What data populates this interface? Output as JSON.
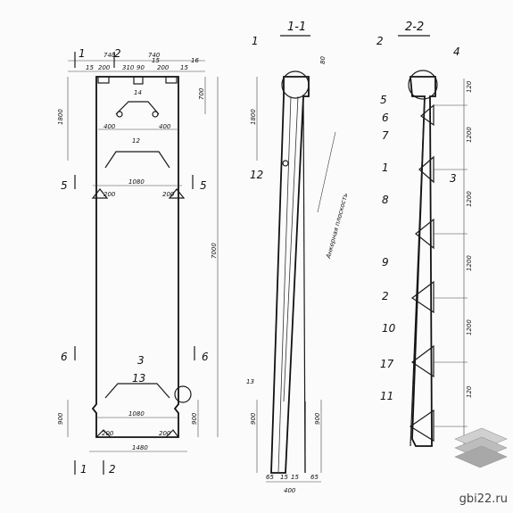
{
  "titles": {
    "section_1": "1-1",
    "section_2": "2-2"
  },
  "callouts": {
    "front": {
      "c1": "1",
      "c2": "2",
      "c15": "15",
      "c16": "16",
      "c14": "14",
      "c12": "12",
      "c5l": "5",
      "c5r": "5",
      "c6l": "6",
      "c6r": "6",
      "c3": "3",
      "c13": "13",
      "c1b": "1",
      "c2b": "2"
    },
    "side1": {
      "c1": "1",
      "c12": "12",
      "c13": "13"
    },
    "side2": {
      "c2": "2",
      "c4": "4",
      "c5": "5",
      "c6": "6",
      "c7": "7",
      "c1": "1",
      "c3": "3",
      "c8": "8",
      "c9": "9",
      "c2b": "2",
      "c10": "10",
      "c17": "17",
      "c11": "11"
    }
  },
  "dims": {
    "front": {
      "top740a": "740",
      "top740b": "740",
      "t15a": "15",
      "t200a": "200",
      "t310": "310",
      "t90": "90",
      "t200b": "200",
      "t15b": "15",
      "d400a": "400",
      "d400b": "400",
      "d1080a": "1080",
      "d200a": "200",
      "d200b": "200",
      "d1080b": "1080",
      "d200c": "200",
      "d200d": "200",
      "d1480": "1480",
      "v1800": "1800",
      "v700": "700",
      "v7000": "7000",
      "v900a": "900",
      "v900b": "900"
    },
    "side1": {
      "v80": "80",
      "v1800": "1800",
      "v900a": "900",
      "v900b": "900",
      "b65a": "65",
      "b15a": "15",
      "b15b": "15",
      "b65b": "65",
      "b400": "400"
    },
    "side2": {
      "v120": "120",
      "v1200a": "1200",
      "v1200b": "1200",
      "v1200c": "1200",
      "v1200d": "1200",
      "v120b": "120"
    },
    "side_note": "Анкерная плоскость"
  },
  "watermark": "gbi22.ru"
}
